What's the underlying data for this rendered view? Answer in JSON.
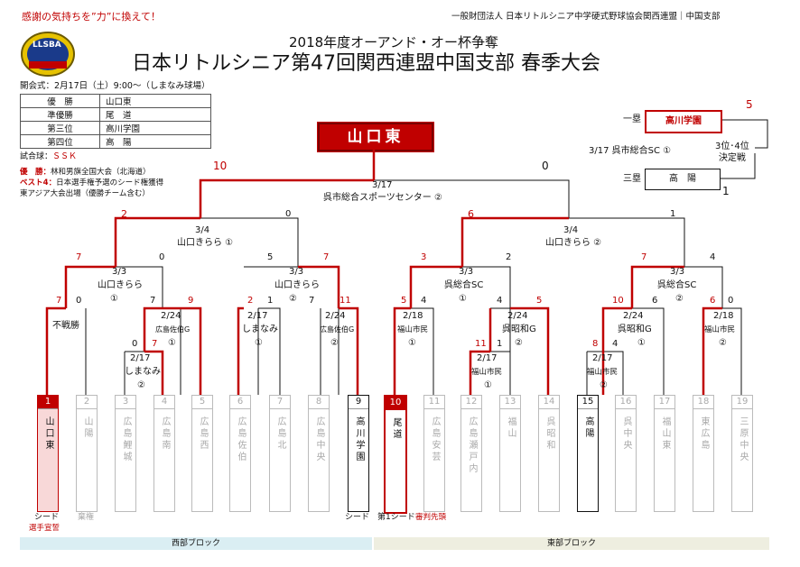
{
  "header": {
    "slogan": "感謝の気持ちを”力”に換えて！",
    "org": "一般財団法人 日本リトルシニア中学硬式野球協会関西連盟｜中国支部",
    "cup_title": "2018年度オーアンド・オー杯争奪",
    "event_title": "日本リトルシニア第47回関西連盟中国支部 春季大会",
    "logo_text": "LLSBA"
  },
  "info": {
    "opening": "開会式：2月17日（土）9:00～（しまなみ球場）",
    "standings": [
      {
        "k": "優　勝",
        "v": "山口東"
      },
      {
        "k": "準優勝",
        "v": "尾　道"
      },
      {
        "k": "第三位",
        "v": "高川学園"
      },
      {
        "k": "第四位",
        "v": "高　陽"
      }
    ],
    "test_ball_label": "試合球：",
    "test_ball": "ＳＳＫ",
    "note1_label": "優　勝：",
    "note1": "林和男旗全国大会（北海道）",
    "note2_label": "ベスト4：",
    "note2": "日本選手権予選のシード権獲得",
    "note3": "東アジア大会出場（優勝チーム含む）"
  },
  "champion": "山口東",
  "final": {
    "date": "3/17",
    "venue": "呉市総合スポーツセンター ②",
    "left_score": "10",
    "right_score": "0"
  },
  "third_place": {
    "first_base_label": "一塁",
    "team1": "高川学園",
    "score1": "5",
    "third_base_label": "三塁",
    "team2": "高　陽",
    "score2": "1",
    "date": "3/17 呉市総合SC ①",
    "label": "3位･4位\n決定戦"
  },
  "semis": [
    {
      "date": "3/4",
      "venue": "山口きらら ①",
      "ls": "2",
      "rs": "0"
    },
    {
      "date": "3/4",
      "venue": "山口きらら ②",
      "ls": "6",
      "rs": "1"
    }
  ],
  "qf": [
    {
      "date": "3/3",
      "venue": "山口きらら",
      "court": "①",
      "ls": "7",
      "rs": "0"
    },
    {
      "date": "3/3",
      "venue": "山口きらら",
      "court": "②",
      "ls": "5",
      "rs": "7"
    },
    {
      "date": "3/3",
      "venue": "呉総合SC",
      "court": "①",
      "ls": "3",
      "rs": "2"
    },
    {
      "date": "3/3",
      "venue": "呉総合SC",
      "court": "②",
      "ls": "7",
      "rs": "4"
    }
  ],
  "r2": [
    {
      "label": "不戦勝",
      "ls": "7",
      "rs": "0"
    },
    {
      "date": "2/24",
      "venue": "広島佐伯G",
      "court": "①",
      "ls": "7",
      "rs": "9"
    },
    {
      "date": "2/17",
      "venue": "しまなみ",
      "court": "①",
      "ls": "2",
      "rs": "1"
    },
    {
      "date": "2/24",
      "venue": "広島佐伯G",
      "court": "②",
      "ls": "7",
      "rs": "11"
    },
    {
      "date": "2/18",
      "venue": "福山市民",
      "court": "①",
      "ls": "5",
      "rs": "4"
    },
    {
      "date": "2/24",
      "venue": "呉昭和G",
      "court": "②",
      "ls": "4",
      "rs": "5"
    },
    {
      "date": "2/24",
      "venue": "呉昭和G",
      "court": "①",
      "ls": "10",
      "rs": "6"
    },
    {
      "date": "2/18",
      "venue": "福山市民",
      "court": "②",
      "ls": "6",
      "rs": "0"
    }
  ],
  "r1": [
    {
      "date": "2/17",
      "venue": "しまなみ",
      "court": "②",
      "ls": "0",
      "rs": "7"
    },
    {
      "date": "2/17",
      "venue": "福山市民",
      "court": "①",
      "ls": "11",
      "rs": "1"
    },
    {
      "date": "2/17",
      "venue": "福山市民",
      "court": "②",
      "ls": "8",
      "rs": "4"
    }
  ],
  "teams": [
    {
      "num": "1",
      "name": "山口東"
    },
    {
      "num": "2",
      "name": "山陽"
    },
    {
      "num": "3",
      "name": "広島鯉城"
    },
    {
      "num": "4",
      "name": "広島南"
    },
    {
      "num": "5",
      "name": "広島西"
    },
    {
      "num": "6",
      "name": "広島佐伯"
    },
    {
      "num": "7",
      "name": "広島北"
    },
    {
      "num": "8",
      "name": "広島中央"
    },
    {
      "num": "9",
      "name": "高川学園"
    },
    {
      "num": "10",
      "name": "尾道"
    },
    {
      "num": "11",
      "name": "広島安芸"
    },
    {
      "num": "12",
      "name": "広島瀬戸内"
    },
    {
      "num": "13",
      "name": "福山"
    },
    {
      "num": "14",
      "name": "呉昭和"
    },
    {
      "num": "15",
      "name": "高陽"
    },
    {
      "num": "16",
      "name": "呉中央"
    },
    {
      "num": "17",
      "name": "福山東"
    },
    {
      "num": "18",
      "name": "東広島"
    },
    {
      "num": "19",
      "name": "三原中央"
    }
  ],
  "notes": {
    "seed1": "シード",
    "seed1_sub": "選手宣誓",
    "team2_sub": "棄権",
    "seed9": "シード",
    "seed10": "第1シード",
    "seed10_sub": "審判先頭"
  },
  "blocks": {
    "west": "西部ブロック",
    "east": "東部ブロック"
  },
  "colors": {
    "accent": "#c00000",
    "west_bg": "#daeef3",
    "east_bg": "#eeeee0"
  }
}
